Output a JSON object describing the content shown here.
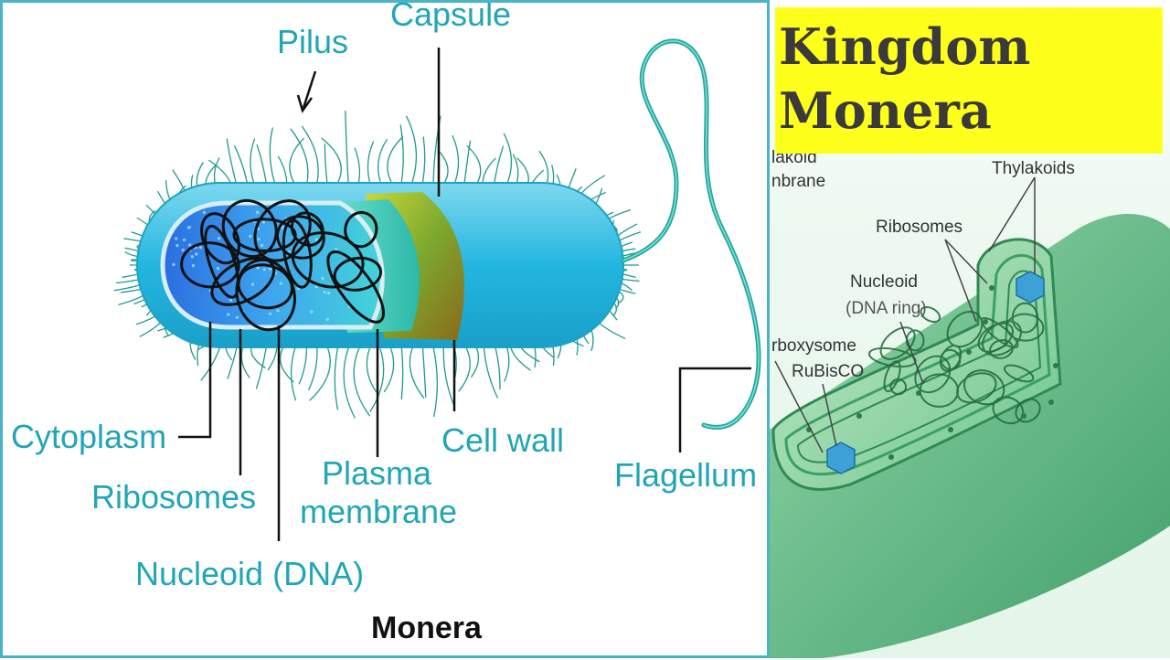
{
  "left_diagram": {
    "labels": {
      "pilus": "Pilus",
      "capsule": "Capsule",
      "cytoplasm": "Cytoplasm",
      "ribosomes": "Ribosomes",
      "nucleoid": "Nucleoid (DNA)",
      "plasma_line1": "Plasma",
      "plasma_line2": "membrane",
      "cell_wall": "Cell wall",
      "flagellum": "Flagellum"
    },
    "caption": "Monera",
    "colors": {
      "label": "#21a5b8",
      "border": "#49b4c8",
      "capsule": "#3ec0de"
    }
  },
  "title": {
    "line1": "Kingdom",
    "line2": "Monera",
    "background": "#ffff1c"
  },
  "right_diagram": {
    "labels": {
      "thylakoid_partial_1": "lakoid",
      "thylakoid_partial_2": "nbrane",
      "thylakoids": "Thylakoids",
      "ribosomes": "Ribosomes",
      "nucleoid": "Nucleoid",
      "nucleoid_sub": "(DNA ring)",
      "carboxysome": "rboxysome",
      "rubisco": "RuBisCO"
    }
  }
}
